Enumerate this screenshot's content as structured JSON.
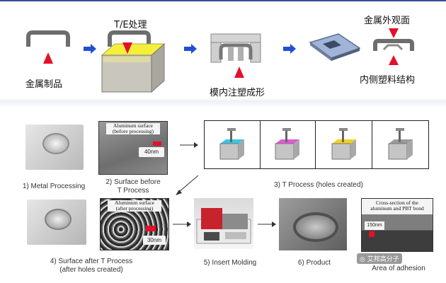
{
  "top_row": {
    "label_metal_part": "金属制品",
    "label_te_treatment": "T/E处理",
    "label_injection": "模内注塑成形",
    "label_outer_appearance": "金属外观面",
    "label_inner_structure": "内侧塑料结构"
  },
  "steps": {
    "s1": "1) Metal Processing",
    "s2": [
      "2) Surface before",
      "T Process"
    ],
    "s3": "3) T Process (holes created)",
    "s4": [
      "4) Surface after T Process",
      "(after holes created)"
    ],
    "s5": "5) Insert Molding",
    "s6": "6) Product",
    "s7": "Area of adhesion"
  },
  "micrographs": {
    "before": {
      "title": [
        "Aluminum surface",
        "(before processing)"
      ],
      "scale": "40nm"
    },
    "after": {
      "title": [
        "Aluminum surface",
        "(after processing)"
      ],
      "scale": "30nm"
    },
    "cross": {
      "title": [
        "Cross-section of the",
        "aluminum and PBT bond"
      ],
      "scale": "150nm"
    }
  },
  "watermark": "艾邦高分子",
  "colors": {
    "arrow_blue": "#1f4fd6",
    "marker_red": "#e3102a",
    "resin_yellow": "#f5ef3a",
    "machine_red": "#c8232c"
  }
}
